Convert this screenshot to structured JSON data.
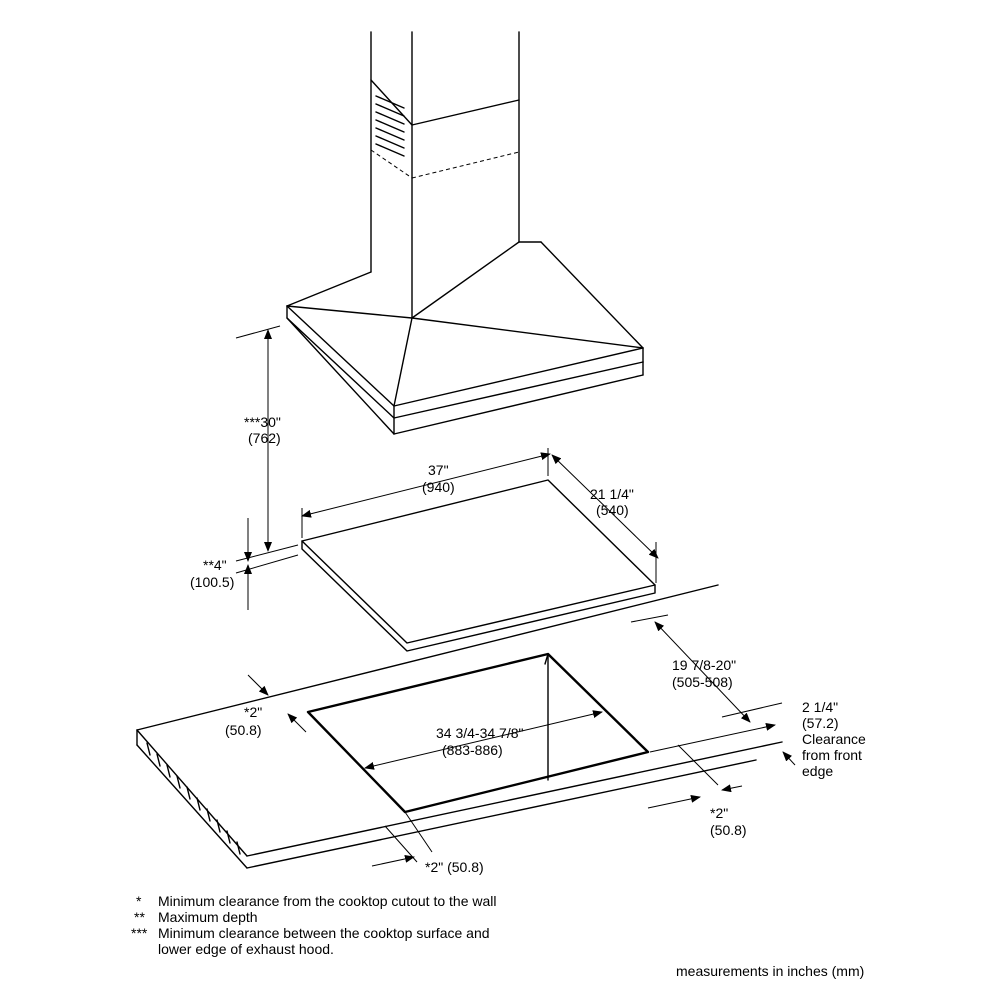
{
  "dimensions": {
    "hood_height": {
      "value": "***30\"",
      "metric": "(762)"
    },
    "cooktop_depth_max": {
      "value": "**4\"",
      "metric": "(100.5)"
    },
    "cooktop_width": {
      "value": "37\"",
      "metric": "(940)"
    },
    "cooktop_depth": {
      "value": "21 1/4\"",
      "metric": "(540)"
    },
    "cutout_depth": {
      "value": "19 7/8-20\"",
      "metric": "(505-508)"
    },
    "cutout_width": {
      "value": "34 3/4-34 7/8\"",
      "metric": "(883-886)"
    },
    "clearance_left": {
      "value": "*2\"",
      "metric": "(50.8)"
    },
    "clearance_right": {
      "value": "*2\"",
      "metric": "(50.8)"
    },
    "clearance_front": {
      "text": "*2\" (50.8)"
    },
    "front_edge": {
      "value": "2 1/4\"",
      "metric": "(57.2)",
      "line1": "Clearance",
      "line2": "from front",
      "line3": "edge"
    }
  },
  "notes": {
    "n1_mark": "*",
    "n1_text": "Minimum clearance from the cooktop cutout to the wall",
    "n2_mark": "**",
    "n2_text": "Maximum depth",
    "n3_mark": "***",
    "n3_text_1": "Minimum clearance between the cooktop surface and",
    "n3_text_2": "lower edge of exhaust hood."
  },
  "footer": {
    "units": "measurements in inches (mm)"
  }
}
